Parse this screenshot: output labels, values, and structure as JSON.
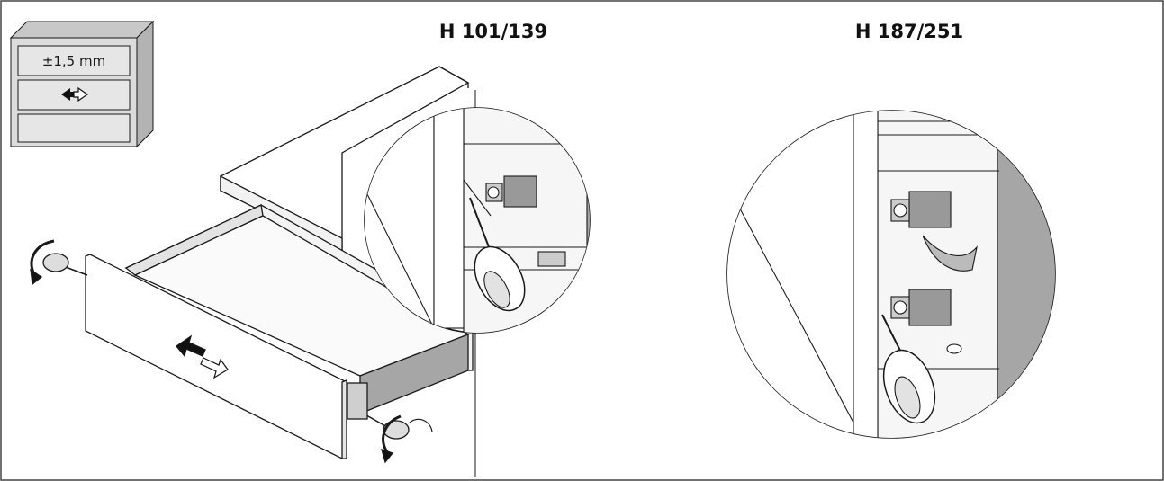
{
  "adjustment_box": {
    "height_label": "±1,5 mm",
    "side_icon": "double-arrow-left-right-icon"
  },
  "detail_left": {
    "title": "H 101/139"
  },
  "detail_right": {
    "title": "H 187/251"
  },
  "colors": {
    "line": "#1a1a1a",
    "panel_grey": "#d9d9d9",
    "dark_grey": "#a6a6a6",
    "frame": "#444444"
  }
}
